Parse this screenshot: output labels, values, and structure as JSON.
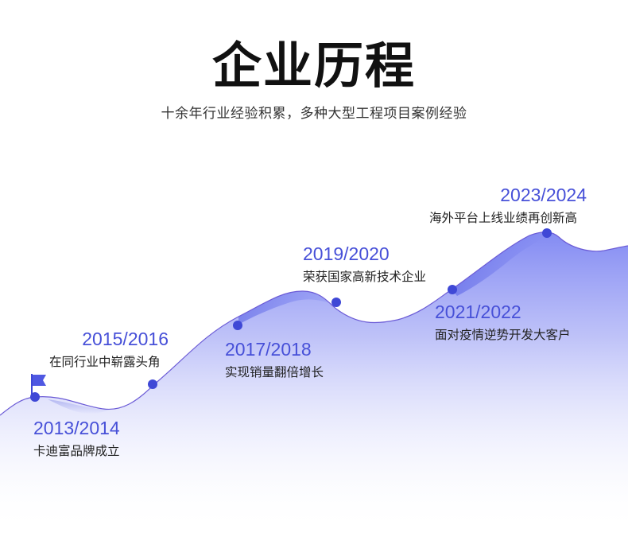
{
  "header": {
    "title": "企业历程",
    "subtitle": "十余年行业经验积累，多种大型工程项目案例经验"
  },
  "colors": {
    "accent": "#4750d8",
    "node": "#3f48d6",
    "ridge_top": "#ffffff",
    "ridge_line": "#6b5bd6",
    "fill_top": "#7c84f2",
    "fill_bottom": "#ffffff"
  },
  "icons": {
    "start_marker": "flag-icon"
  },
  "milestones": [
    {
      "year": "2013/2014",
      "desc": "卡迪富品牌成立"
    },
    {
      "year": "2015/2016",
      "desc": "在同行业中崭露头角"
    },
    {
      "year": "2017/2018",
      "desc": "实现销量翻倍增长"
    },
    {
      "year": "2019/2020",
      "desc": "荣获国家高新技术企业"
    },
    {
      "year": "2021/2022",
      "desc": "面对疫情逆势开发大客户"
    },
    {
      "year": "2023/2024",
      "desc": "海外平台上线业绩再创新高"
    }
  ]
}
